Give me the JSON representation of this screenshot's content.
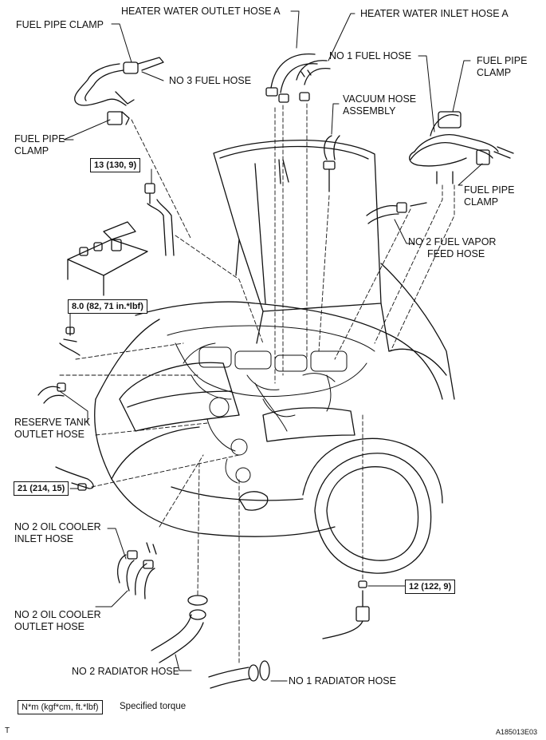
{
  "labels": {
    "heater_outlet": "HEATER WATER OUTLET HOSE A",
    "heater_inlet": "HEATER WATER INLET HOSE A",
    "fuel_clamp_tl": "FUEL PIPE CLAMP",
    "no3_fuel": "NO  3 FUEL HOSE",
    "no1_fuel": "NO  1 FUEL HOSE",
    "fuel_clamp_tr_1": "FUEL PIPE",
    "fuel_clamp_tr_2": "CLAMP",
    "vacuum_1": "VACUUM HOSE",
    "vacuum_2": "ASSEMBLY",
    "fuel_clamp_l_1": "FUEL PIPE",
    "fuel_clamp_l_2": "CLAMP",
    "fuel_clamp_r_1": "FUEL PIPE",
    "fuel_clamp_r_2": "CLAMP",
    "vapor_1": "NO  2 FUEL VAPOR",
    "vapor_2": "FEED HOSE",
    "reserve_1": "RESERVE TANK",
    "reserve_2": "OUTLET HOSE",
    "oil_inlet_1": "NO  2 OIL COOLER",
    "oil_inlet_2": "INLET HOSE",
    "oil_outlet_1": "NO  2 OIL COOLER",
    "oil_outlet_2": "OUTLET HOSE",
    "no2_radiator": "NO  2 RADIATOR HOSE",
    "no1_radiator": "NO  1 RADIATOR HOSE"
  },
  "torques": {
    "t13": "13 (130, 9)",
    "t8": "8.0 (82, 71 in.*lbf)",
    "t21": "21 (214, 15)",
    "t12": "12 (122, 9)"
  },
  "legend": {
    "box": "N*m (kgf*cm, ft.*lbf)",
    "text": "Specified torque"
  },
  "footer": {
    "left": "T",
    "right": "A185013E03"
  }
}
